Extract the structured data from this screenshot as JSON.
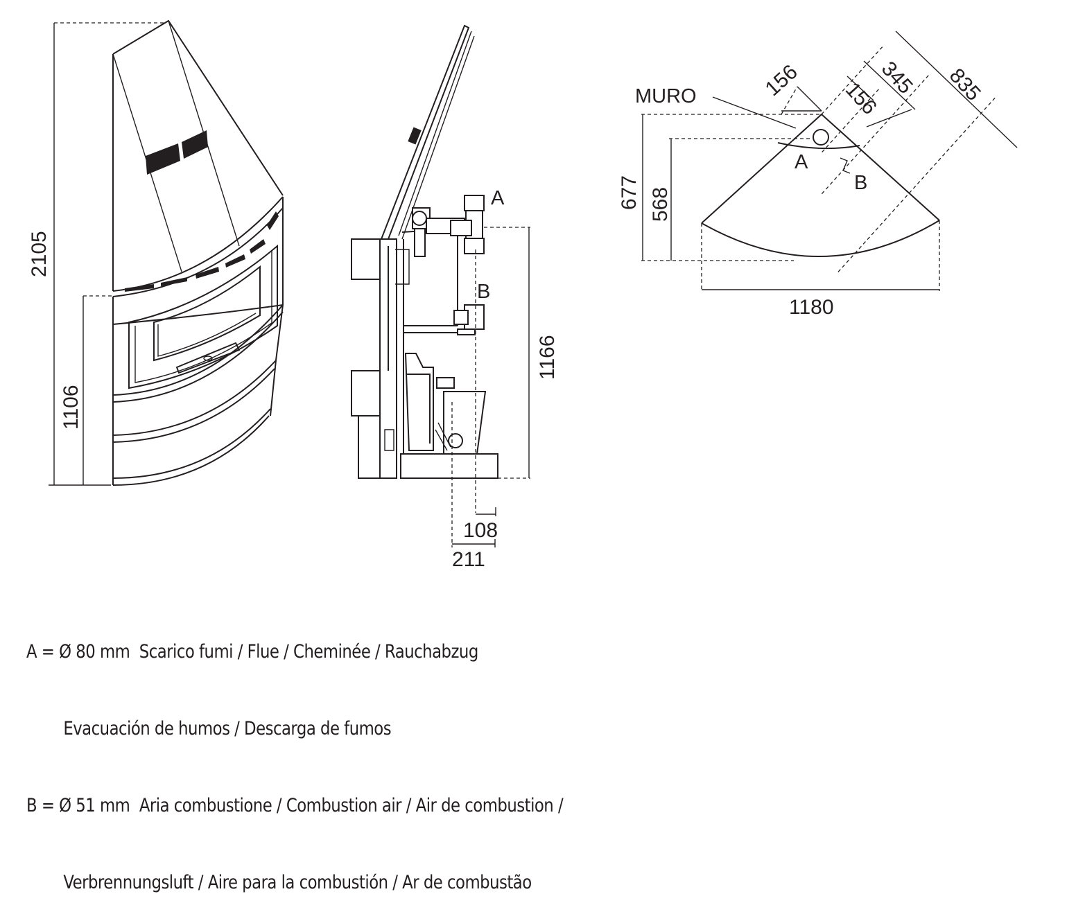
{
  "front_view": {
    "dim_total_height": "2105",
    "dim_hood_base_height": "1106"
  },
  "side_view": {
    "label_a": "A",
    "label_b": "B",
    "dim_flue_height": "1166",
    "dim_offset_b": "108",
    "dim_offset_a": "211"
  },
  "plan_view": {
    "wall_label": "MURO",
    "label_a": "A",
    "label_b": "B",
    "dim_156_left": "156",
    "dim_156_right": "156",
    "dim_345": "345",
    "dim_835": "835",
    "dim_677": "677",
    "dim_568": "568",
    "dim_1180": "1180"
  },
  "legend": {
    "a_line1": "A = Ø 80 mm  Scarico fumi / Flue / Cheminée / Rauchabzug",
    "a_line2": "Evacuación de humos / Descarga de fumos",
    "b_line1": "B = Ø 51 mm  Aria combustione / Combustion air / Air de combustion /",
    "b_line2": "Verbrennungsluft / Aire para la combustión / Ar de combustão"
  }
}
